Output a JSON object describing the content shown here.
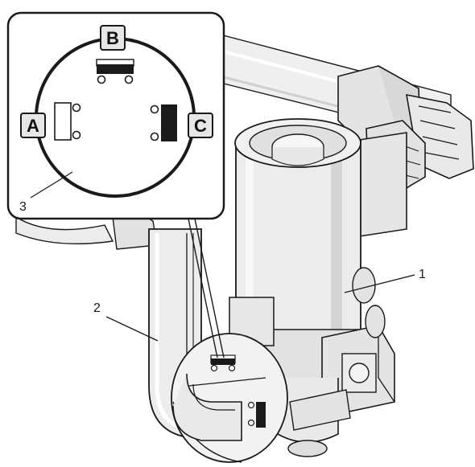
{
  "callouts": {
    "valve_body": "1",
    "lever": "2",
    "detail_view": "3"
  },
  "positions": {
    "top": "B",
    "left": "A",
    "right": "C"
  },
  "colors": {
    "line": "#1a1a1a",
    "body_fill": "#ececec",
    "body_shade": "#d6d6d6",
    "highlight": "#f7f7f7",
    "indicator_dark": "#1a1a1a",
    "badge_fill": "#e6e6e6"
  }
}
